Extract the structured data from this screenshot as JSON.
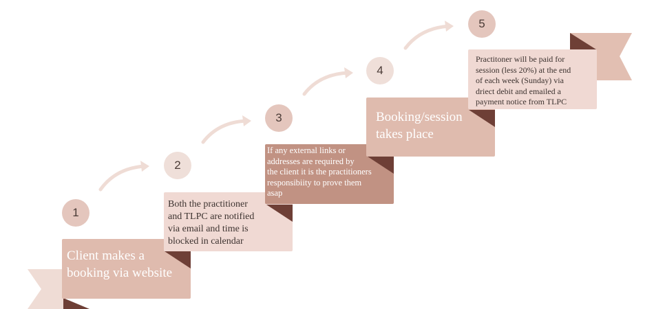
{
  "steps": [
    {
      "number": "1",
      "text": "Client makes a\nbooking via website"
    },
    {
      "number": "2",
      "text": "Both the practitioner\nand TLPC are notified\nvia email and time is\nblocked in calendar"
    },
    {
      "number": "3",
      "text": "If any external links or\naddresses are required by\n the client it is the practitioners\nresponsibiity to prove them\nasap"
    },
    {
      "number": "4",
      "text": "Booking/session\ntakes place"
    },
    {
      "number": "5",
      "text": "Practitoner will be paid for\nsession (less 20%) at the end\nof each week  (Sunday) via\ndriect debit and emailed a\npayment notice from TLPC"
    }
  ],
  "colors": {
    "box_light": "#f0d9d3",
    "box_mid": "#dfbbae",
    "box_dark": "#c19283",
    "fold": "#6e3f36",
    "circle": "#e4c6bd",
    "circle_light": "#efdfd9",
    "arrow": "#efdcd5",
    "ribbon": "#e2bfb2"
  }
}
